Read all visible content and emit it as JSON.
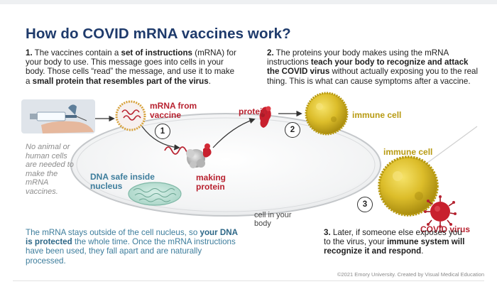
{
  "title": "How do COVID mRNA vaccines work?",
  "step1": {
    "number": "1.",
    "t1": " The vaccines contain a ",
    "b1": "set of instructions",
    "t2": " (mRNA) for your body to use. This message goes into cells in your body. Those cells “read” the message, and use it to make a ",
    "b2": "small protein that resembles part of the virus",
    "t3": "."
  },
  "step2": {
    "number": "2.",
    "t1": " The proteins your body makes using the mRNA instructions ",
    "b1": "teach your body to recognize and attack the COVID virus",
    "t2": " without actually exposing you to the real thing. This is what can cause symptoms after a vaccine."
  },
  "step3": {
    "number": "3.",
    "t1": " Later, if someone else exposes you to the virus, your ",
    "b1": "immune system will recognize it and respond",
    "t2": "."
  },
  "nucleus_note": {
    "t1": "The mRNA stays outside of the cell nucleus, so ",
    "b1": "your DNA is protected",
    "t2": " the whole time.  Once the mRNA instructions have been used, they fall apart and are naturally processed."
  },
  "side_note": "No animal or human cells are needed to make the mRNA vaccines.",
  "labels": {
    "mrna_from_vaccine": "mRNA from vaccine",
    "protein": "protein",
    "making_protein": "making protein",
    "immune_cell_top": "immune cell",
    "immune_cell_bottom": "immune cell",
    "dna_safe": "DNA safe inside nucleus",
    "cell_in_body": "cell in your body",
    "covid_virus": "COVID virus"
  },
  "markers": [
    "1",
    "2",
    "3"
  ],
  "credit": "©2021 Emory University. Created by Visual Medical Education",
  "colors": {
    "title": "#1e3a6b",
    "red": "#b82230",
    "gold": "#b89a11",
    "teal": "#3d7d9c"
  },
  "icons": [
    "syringe-icon",
    "lipid-nanoparticle-icon",
    "ribosome-icon",
    "protein-icon",
    "immune-cell-icon",
    "virus-icon",
    "nucleus-icon"
  ]
}
